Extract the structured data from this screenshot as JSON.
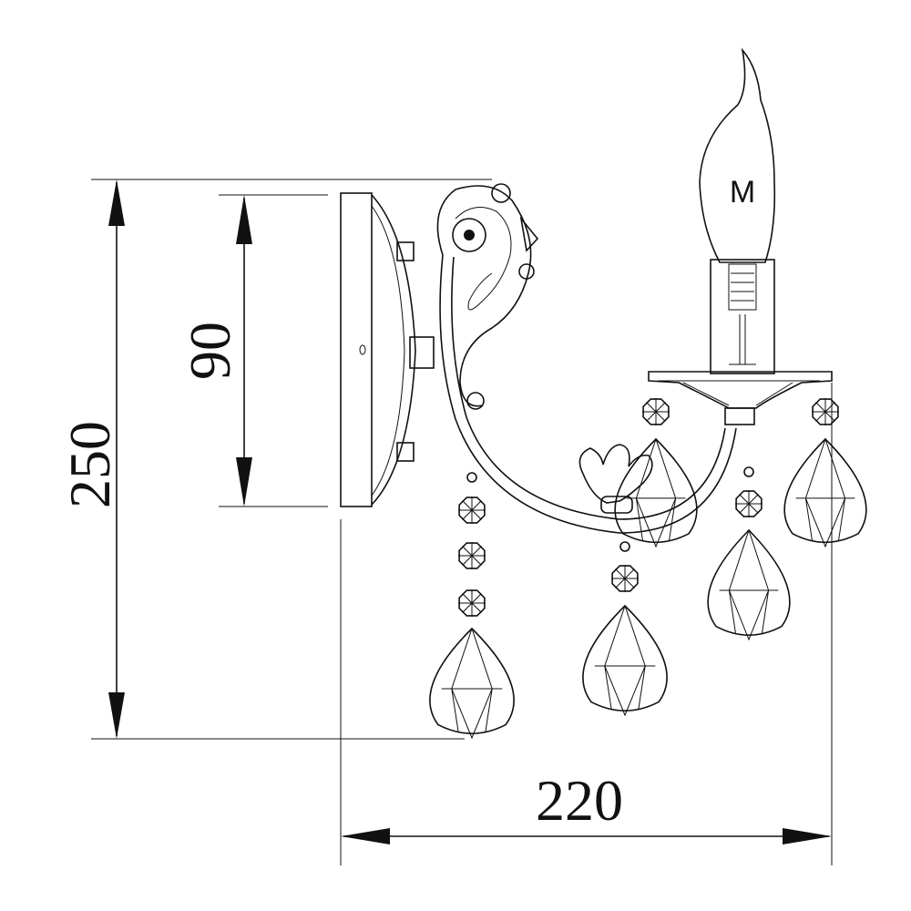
{
  "drawing": {
    "dimensions": {
      "overall_height": "250",
      "plate_height": "90",
      "overall_depth": "220"
    },
    "bulb_marking": "M"
  }
}
